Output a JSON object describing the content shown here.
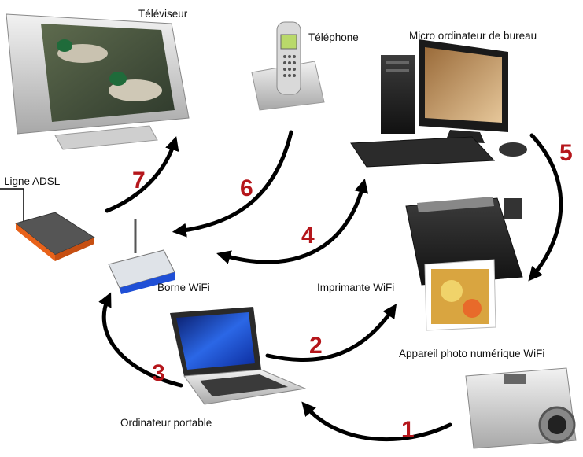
{
  "devices": {
    "tv": {
      "label": "Téléviseur",
      "icon": "flat-screen-tv-icon"
    },
    "phone": {
      "label": "Téléphone",
      "icon": "cordless-phone-icon"
    },
    "desktop": {
      "label": "Micro ordinateur de bureau",
      "icon": "desktop-computer-icon"
    },
    "adsl": {
      "label": "Ligne ADSL",
      "icon": "adsl-modem-icon"
    },
    "router": {
      "label": "Borne WiFi",
      "icon": "wifi-router-icon"
    },
    "printer": {
      "label": "Imprimante WiFi",
      "icon": "inkjet-printer-icon"
    },
    "laptop": {
      "label": "Ordinateur portable",
      "icon": "laptop-icon"
    },
    "camera": {
      "label": "Appareil photo numérique WiFi",
      "icon": "digital-camera-icon"
    }
  },
  "connections": [
    {
      "number": "1",
      "from": "Appareil photo numérique WiFi",
      "to": "Ordinateur portable"
    },
    {
      "number": "2",
      "from": "Ordinateur portable",
      "to": "Imprimante WiFi"
    },
    {
      "number": "3",
      "from": "Ordinateur portable",
      "to": "Borne WiFi"
    },
    {
      "number": "4",
      "from": "Borne WiFi",
      "to": "Micro ordinateur de bureau",
      "bidirectional": true
    },
    {
      "number": "5",
      "from": "Micro ordinateur de bureau",
      "to": "Imprimante WiFi"
    },
    {
      "number": "6",
      "from": "Téléphone",
      "to": "Borne WiFi"
    },
    {
      "number": "7",
      "from": "Borne WiFi",
      "to": "Téléviseur"
    }
  ],
  "colors": {
    "number": "#b5161b",
    "arrow": "#000000",
    "modem_accent": "#e8621a",
    "screen_blue": "#1f4fd6"
  }
}
